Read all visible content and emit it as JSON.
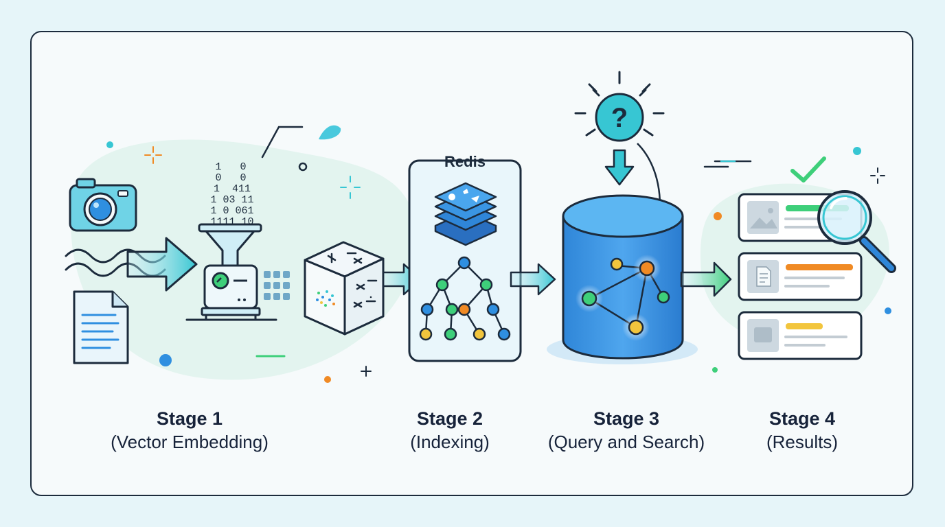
{
  "diagram": {
    "store_label": "Redis",
    "binary_rows": [
      "1   0",
      "0   0",
      "1  411",
      "1 03 11",
      "1 0 061",
      "1111 10"
    ],
    "stages": [
      {
        "title": "Stage 1",
        "subtitle": "(Vector Embedding)"
      },
      {
        "title": "Stage 2",
        "subtitle": "(Indexing)"
      },
      {
        "title": "Stage 3",
        "subtitle": "(Query and Search)"
      },
      {
        "title": "Stage 4",
        "subtitle": "(Results)"
      }
    ]
  },
  "colors": {
    "outline": "#1c2b3c",
    "teal": "#37c6d3",
    "blue": "#2f8fe0",
    "green": "#3ecf7a",
    "orange": "#f08a24",
    "yellow": "#f2c53d"
  }
}
